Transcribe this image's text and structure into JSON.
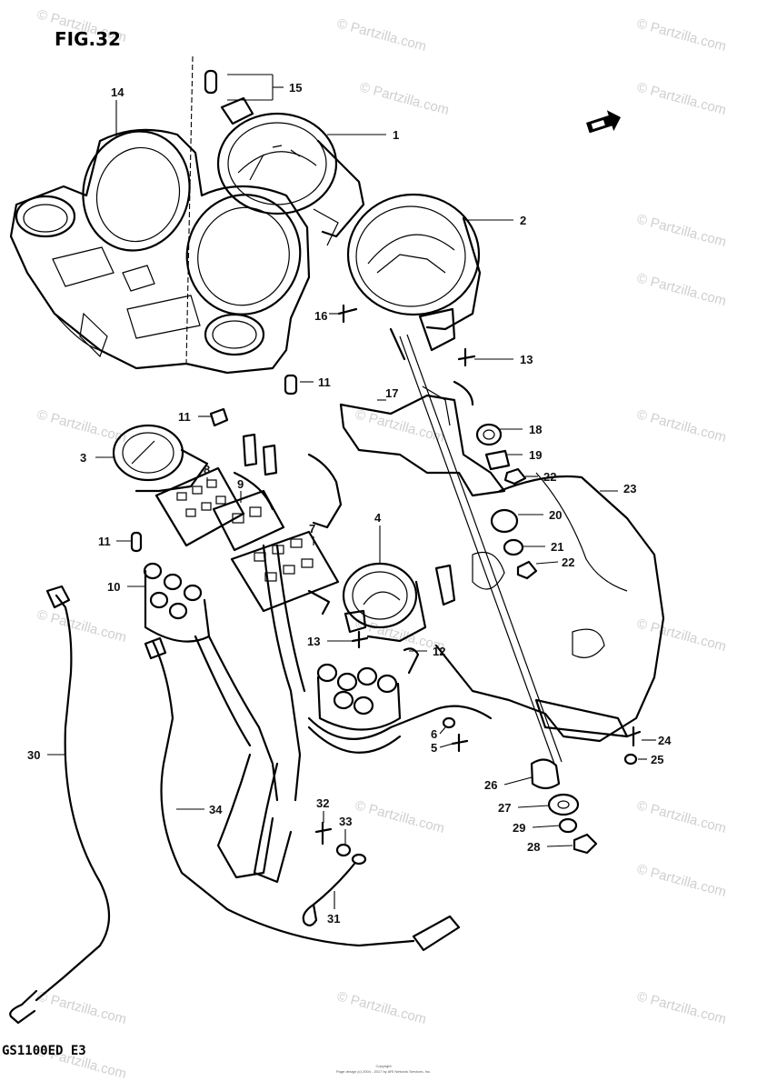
{
  "figure": {
    "title": "FIG.32",
    "model": "GS1100ED  E3",
    "copyright_line1": "Copyright",
    "copyright_line2": "Page design (c) 2004 - 2017 by ARI Network Services, Inc."
  },
  "watermark": {
    "text": "© Partzilla.com"
  },
  "callouts": [
    "1",
    "2",
    "3",
    "4",
    "5",
    "6",
    "7",
    "8",
    "9",
    "10",
    "11",
    "11",
    "11",
    "12",
    "13",
    "13",
    "14",
    "15",
    "16",
    "17",
    "18",
    "19",
    "20",
    "21",
    "22",
    "22",
    "23",
    "24",
    "25",
    "26",
    "27",
    "28",
    "29",
    "30",
    "31",
    "32",
    "33",
    "34"
  ],
  "icon": {
    "name": "front-arrow-icon"
  }
}
